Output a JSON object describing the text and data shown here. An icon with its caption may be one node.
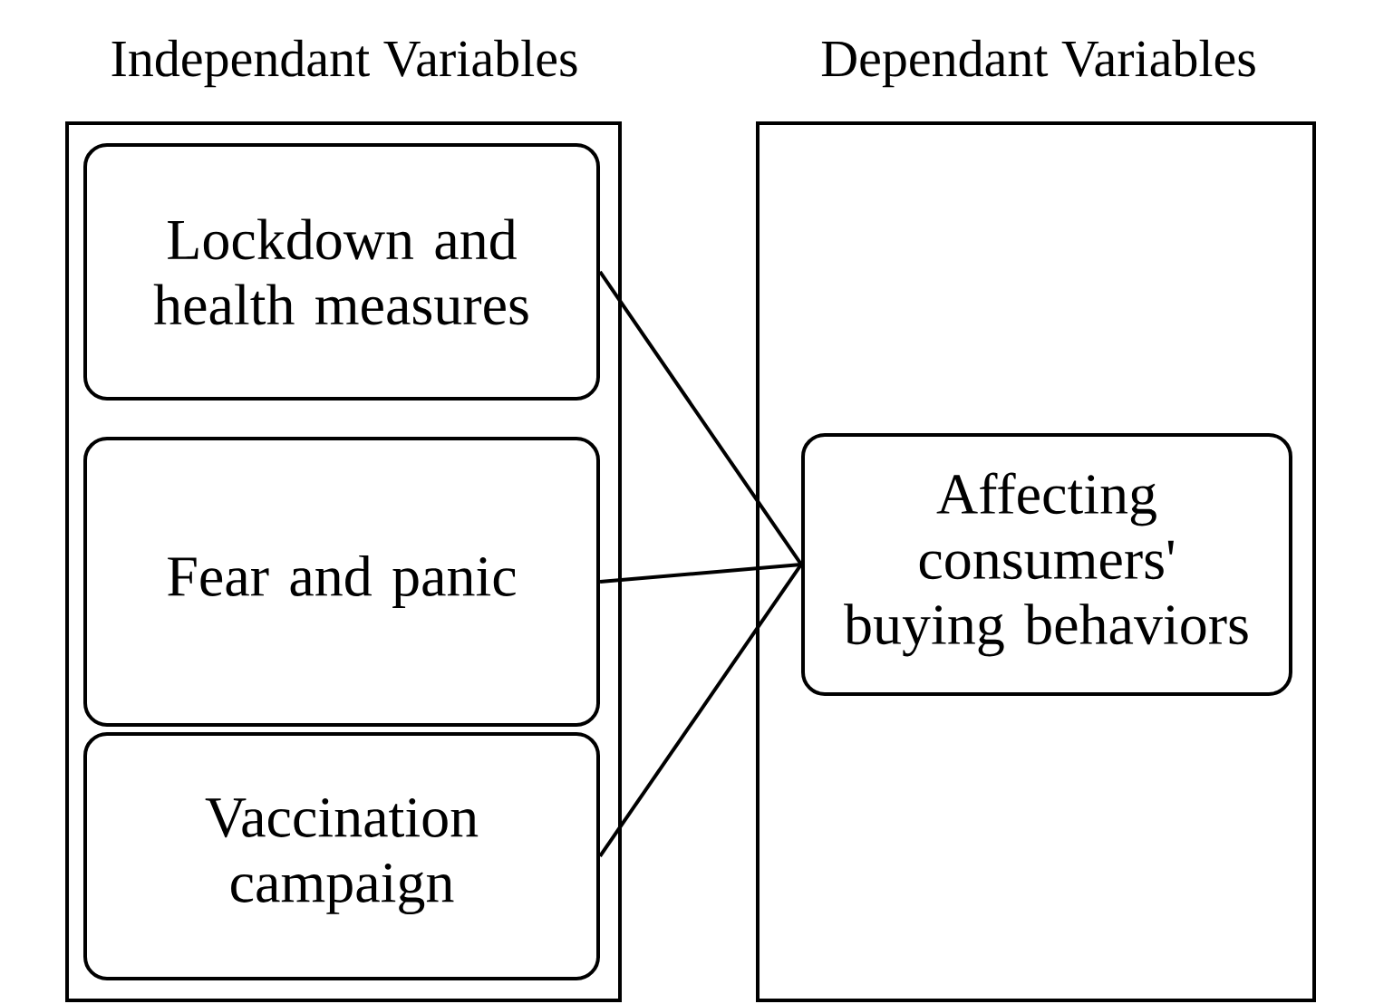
{
  "diagram": {
    "nodes": [
      {
        "text": [
          "Independant Variables"
        ]
      },
      {
        "text": [
          "Lockdown and health measures"
        ],
        "in": 0
      },
      {
        "text": [
          "Fear and panic"
        ],
        "in": 0
      },
      {
        "text": [
          "Vaccination campaign"
        ],
        "in": 0
      },
      {
        "text": [
          "Dependant Variables"
        ]
      },
      {
        "text": [
          "Affecting consumers' buying behaviors"
        ],
        "in": 4
      }
    ],
    "edges": [
      {
        "from": 1,
        "to": 5,
        "arrow": "none"
      },
      {
        "from": 2,
        "to": 5,
        "arrow": "none"
      },
      {
        "from": 3,
        "to": 5,
        "arrow": "none"
      }
    ]
  }
}
